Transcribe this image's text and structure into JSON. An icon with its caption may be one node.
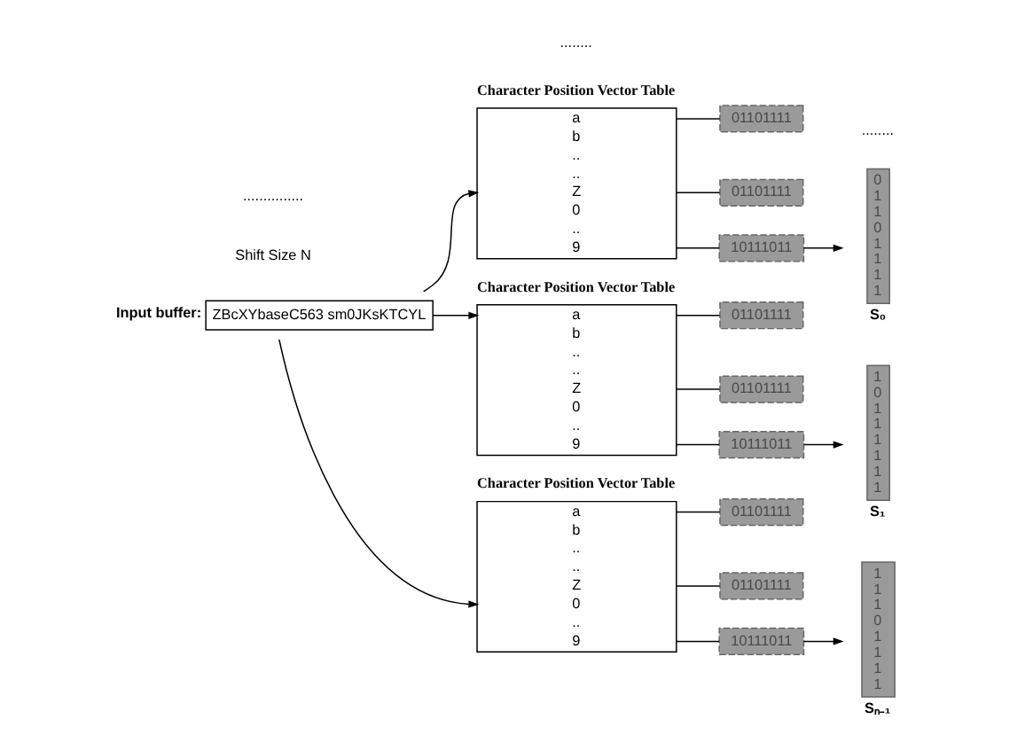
{
  "diagram": {
    "nodes": [
      {
        "text": [
          "Input buffer:",
          "ZBcXYbaseC563 sm0JKsKTCYL"
        ]
      },
      {
        "text": [
          "Character Position Vector Table",
          "a",
          "b",
          "..",
          "..",
          "Z",
          "0",
          "..",
          "9"
        ]
      },
      {
        "text": [
          "01101111"
        ]
      },
      {
        "text": [
          "01101111"
        ]
      },
      {
        "text": [
          "10111011"
        ]
      },
      {
        "text": [
          "Character Position Vector Table",
          "a",
          "b",
          "..",
          "..",
          "Z",
          "0",
          "..",
          "9"
        ]
      },
      {
        "text": [
          "01101111"
        ]
      },
      {
        "text": [
          "01101111"
        ]
      },
      {
        "text": [
          "10111011"
        ]
      },
      {
        "text": [
          "Character Position Vector Table",
          "a",
          "b",
          "..",
          "..",
          "Z",
          "0",
          "..",
          "9"
        ]
      },
      {
        "text": [
          "01101111"
        ]
      },
      {
        "text": [
          "01101111"
        ]
      },
      {
        "text": [
          "10111011"
        ]
      },
      {
        "text": [
          "01101111"
        ],
        "beside": [
          "S₀"
        ]
      },
      {
        "text": [
          "10111111"
        ],
        "beside": [
          "S₁"
        ]
      },
      {
        "text": [
          "11101111"
        ],
        "beside": [
          "Sₙ₋₁"
        ]
      }
    ],
    "edges": [
      {
        "from": 0,
        "to": 1,
        "arrow": "to"
      },
      {
        "from": 0,
        "to": 5,
        "arrow": "to"
      },
      {
        "from": 0,
        "to": 9,
        "arrow": "to"
      },
      {
        "from": 1,
        "to": 2,
        "arrow": "none"
      },
      {
        "from": 1,
        "to": 3,
        "arrow": "none"
      },
      {
        "from": 1,
        "to": 4,
        "arrow": "none"
      },
      {
        "from": 5,
        "to": 6,
        "arrow": "none"
      },
      {
        "from": 5,
        "to": 7,
        "arrow": "none"
      },
      {
        "from": 5,
        "to": 8,
        "arrow": "none"
      },
      {
        "from": 9,
        "to": 10,
        "arrow": "none"
      },
      {
        "from": 9,
        "to": 11,
        "arrow": "none"
      },
      {
        "from": 9,
        "to": 12,
        "arrow": "none"
      },
      {
        "from": 4,
        "to": 13,
        "arrow": "to"
      },
      {
        "from": 8,
        "to": 14,
        "arrow": "to"
      },
      {
        "from": 12,
        "to": 15,
        "arrow": "to"
      }
    ],
    "labels": [
      "Shift Size N",
      "...............",
      "........",
      "........"
    ]
  }
}
